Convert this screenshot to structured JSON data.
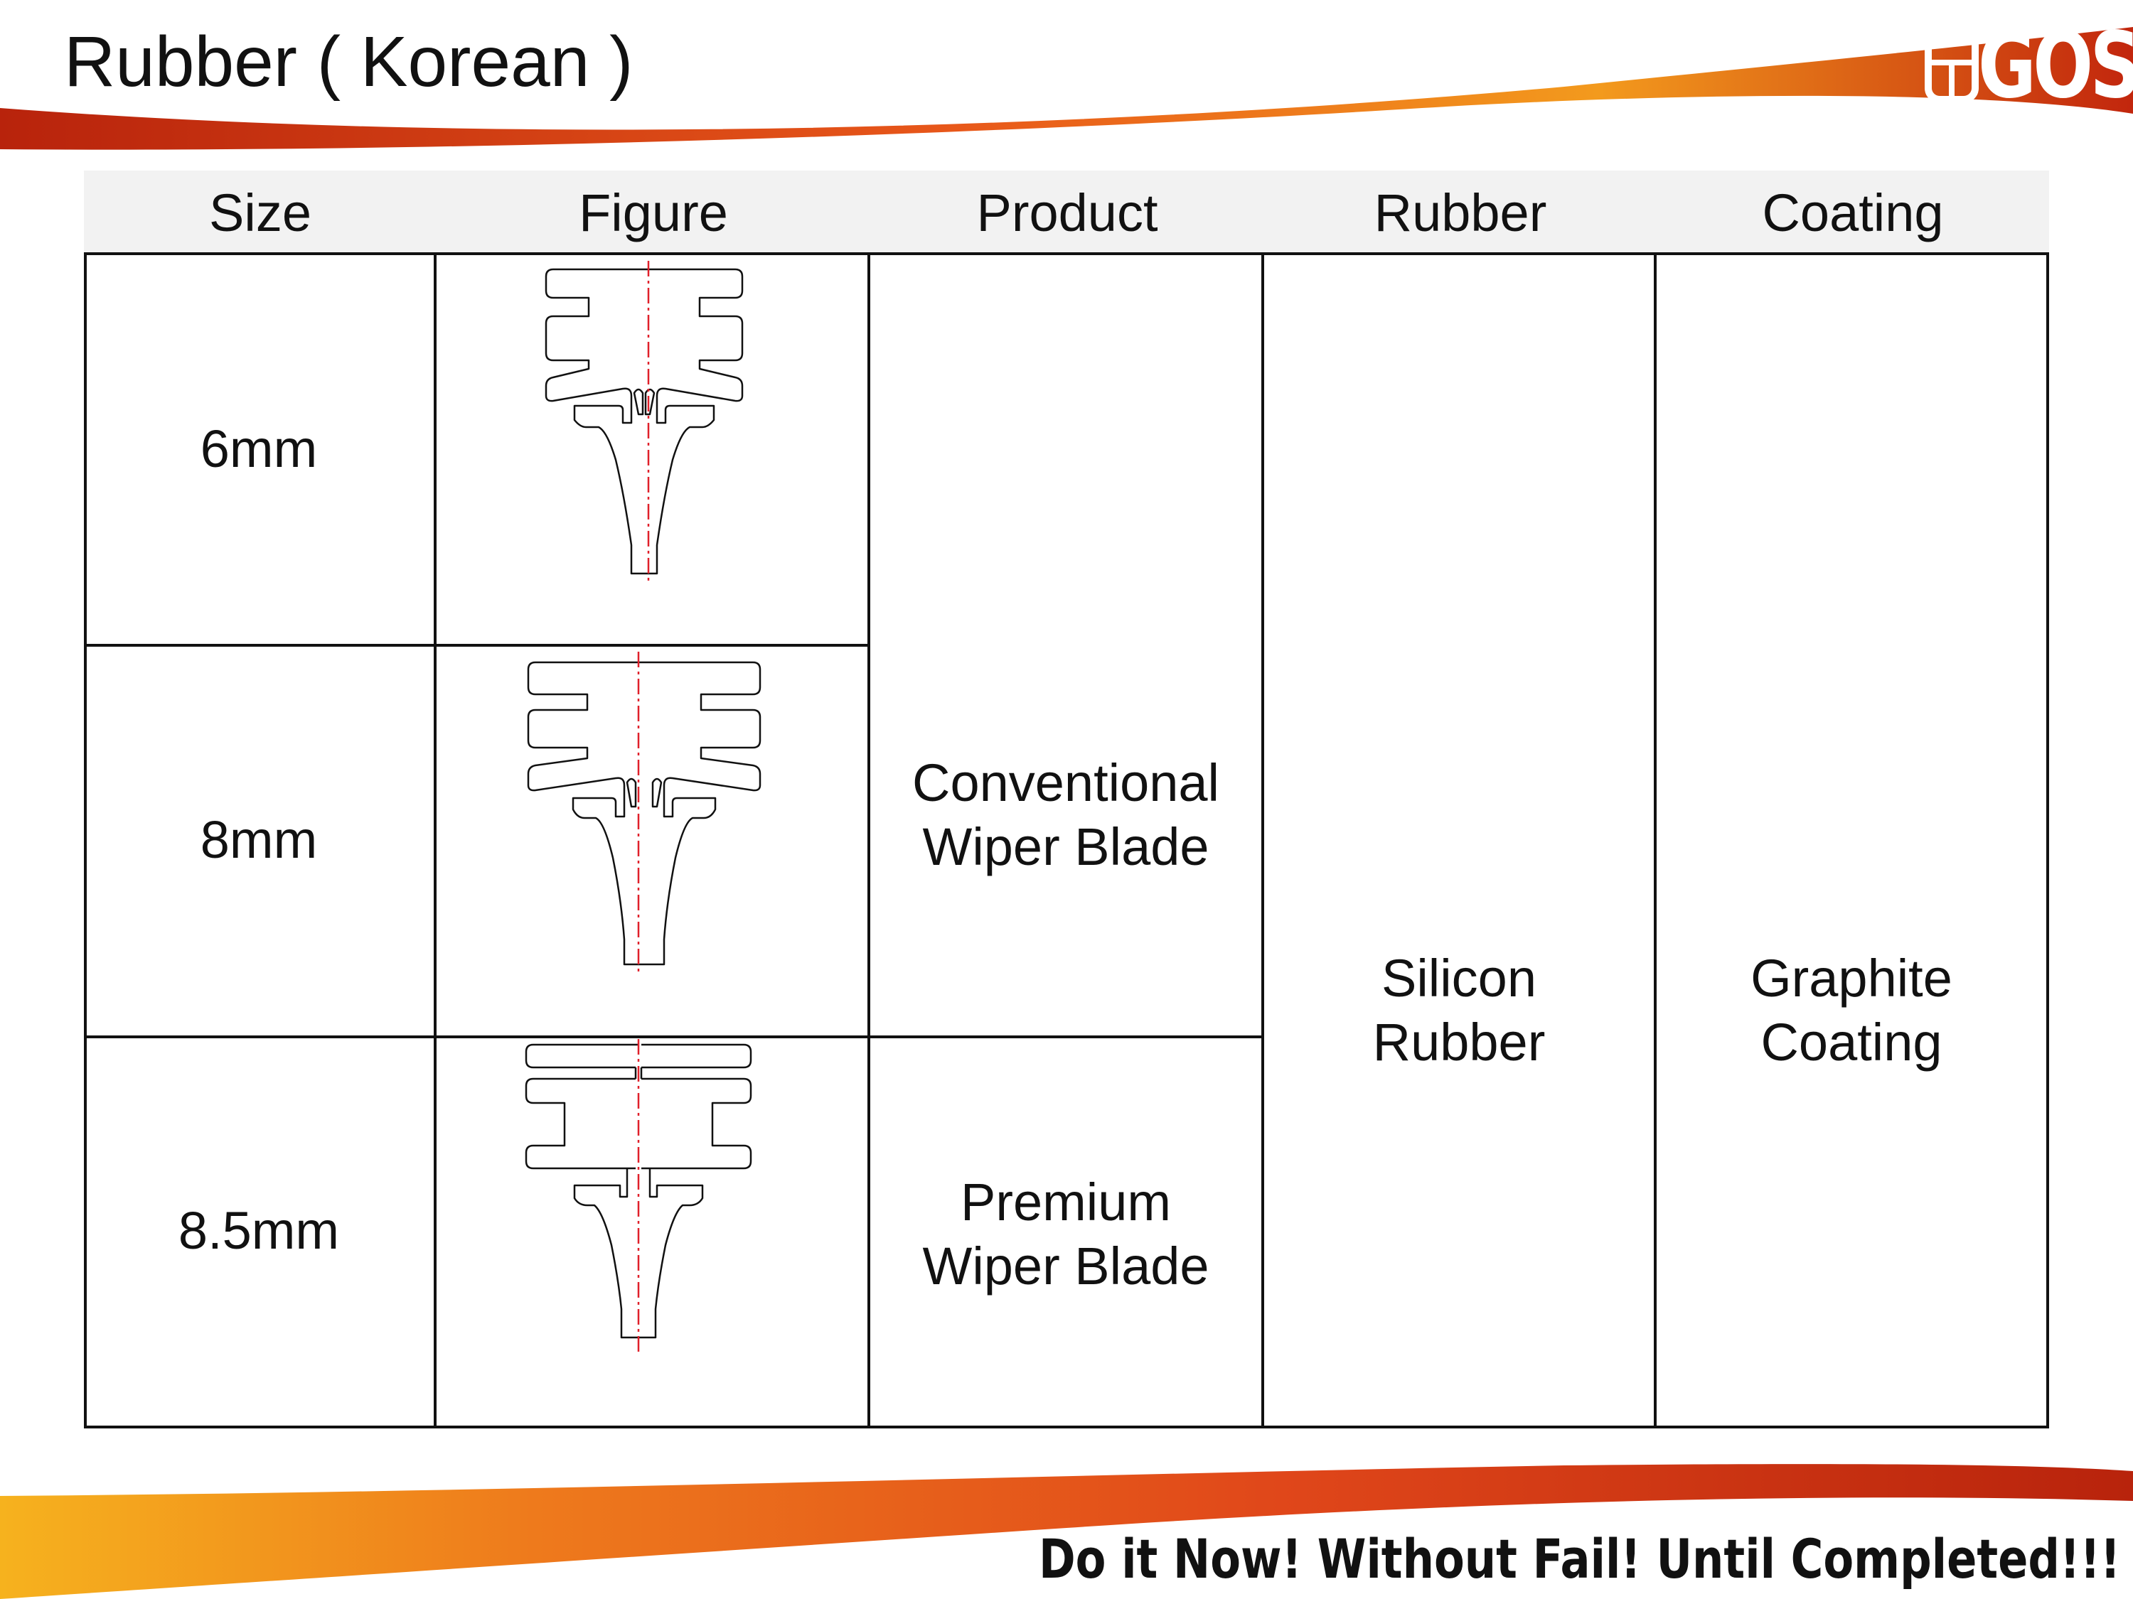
{
  "slide": {
    "title": "Rubber ( Korean )",
    "logo_text": "GOS",
    "motto": "Do it Now!  Without Fail!  Until Completed!!!",
    "colors": {
      "accent_dark": "#b8230c",
      "accent_mid": "#e8581a",
      "accent_light": "#f6a21c",
      "text": "#111111",
      "header_bg": "#f2f2f2"
    }
  },
  "table": {
    "headers": [
      "Size",
      "Figure",
      "Product",
      "Rubber",
      "Coating"
    ],
    "sizes": [
      "6mm",
      "8mm",
      "8.5mm"
    ],
    "products": {
      "conventional_line1": "Conventional",
      "conventional_line2": "Wiper Blade",
      "premium_line1": "Premium",
      "premium_line2": "Wiper Blade"
    },
    "rubber": {
      "line1": "Silicon",
      "line2": "Rubber"
    },
    "coating": {
      "line1": "Graphite",
      "line2": "Coating"
    },
    "figure_icons": [
      "wiper-rubber-profile-6mm-icon",
      "wiper-rubber-profile-8mm-icon",
      "wiper-rubber-profile-8.5mm-icon"
    ]
  }
}
